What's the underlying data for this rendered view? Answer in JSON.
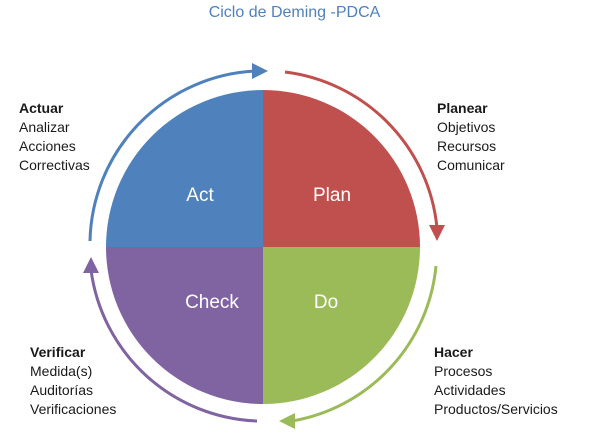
{
  "title": "Ciclo de Deming -PDCA",
  "quadrants": {
    "act": {
      "label": "Act",
      "color": "#4f81bd"
    },
    "plan": {
      "label": "Plan",
      "color": "#c0504d"
    },
    "check": {
      "label": "Check",
      "color": "#8064a2"
    },
    "do": {
      "label": "Do",
      "color": "#9bbb59"
    }
  },
  "phases": {
    "actuar": {
      "heading": "Actuar",
      "items": [
        "Analizar",
        "Acciones",
        "Correctivas"
      ]
    },
    "planear": {
      "heading": "Planear",
      "items": [
        "Objetivos",
        "Recursos",
        "Comunicar"
      ]
    },
    "verificar": {
      "heading": "Verificar",
      "items": [
        "Medida(s)",
        "Auditorías",
        "Verificaciones"
      ]
    },
    "hacer": {
      "heading": "Hacer",
      "items": [
        "Procesos",
        "Actividades",
        "Productos/Servicios"
      ]
    }
  },
  "arrow_colors": {
    "act_to_plan": "#4f81bd",
    "plan_to_do": "#c0504d",
    "do_to_check": "#9bbb59",
    "check_to_act": "#8064a2"
  }
}
